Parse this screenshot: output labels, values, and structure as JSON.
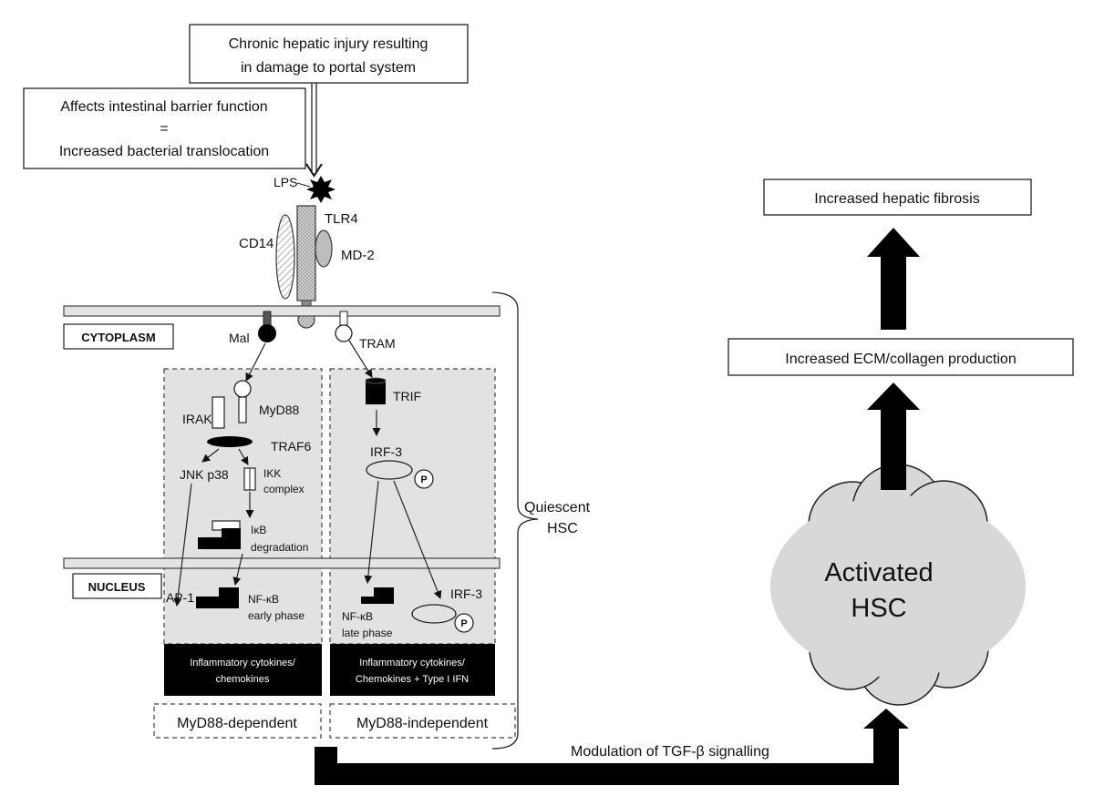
{
  "colors": {
    "panel": "#e2e2e2",
    "black": "#000000",
    "membrane": "#e4e4e4"
  },
  "top": {
    "injury_line1": "Chronic hepatic injury resulting",
    "injury_line2": "in damage to portal system",
    "barrier_line1": "Affects intestinal barrier function",
    "barrier_eq": "=",
    "barrier_line2": "Increased bacterial translocation"
  },
  "receptor": {
    "lps": "LPS",
    "tlr4": "TLR4",
    "cd14": "CD14",
    "md2": "MD-2"
  },
  "compartments": {
    "cytoplasm": "CYTOPLASM",
    "nucleus": "NUCLEUS"
  },
  "myd88_dependent": {
    "mal": "Mal",
    "irak": "IRAK",
    "myd88": "MyD88",
    "traf6": "TRAF6",
    "jnk_p38": "JNK p38",
    "ikk_line1": "IKK",
    "ikk_line2": "complex",
    "ikb_line1": "IκB",
    "ikb_line2": "degradation",
    "ap1": "AP-1",
    "nfkb_line1": "NF-κB",
    "nfkb_line2": "early phase",
    "output_line1": "Inflammatory cytokines/",
    "output_line2": "chemokines",
    "label": "MyD88-dependent"
  },
  "myd88_independent": {
    "tram": "TRAM",
    "trif": "TRIF",
    "irf3_top": "IRF-3",
    "p": "P",
    "nfkb_line1": "NF-κB",
    "nfkb_line2": "late phase",
    "irf3_bottom": "IRF-3",
    "output_line1": "Inflammatory cytokines/",
    "output_line2": "Chemokines + Type I IFN",
    "label": "MyD88-independent"
  },
  "quiescent_line1": "Quiescent",
  "quiescent_line2": "HSC",
  "modulation": "Modulation of TGF-β signalling",
  "outcome": {
    "activated_line1": "Activated",
    "activated_line2": "HSC",
    "ecm": "Increased ECM/collagen production",
    "fibrosis": "Increased hepatic fibrosis"
  }
}
